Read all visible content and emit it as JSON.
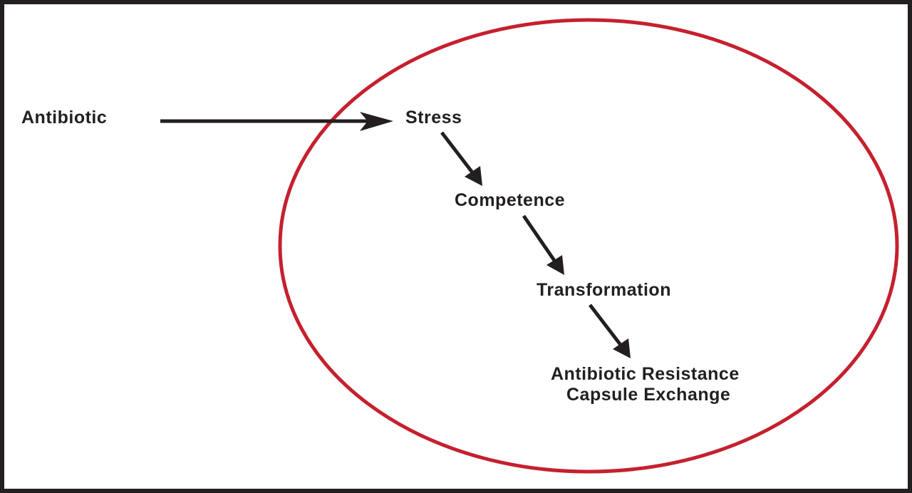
{
  "nodes": {
    "antibiotic": "Antibiotic",
    "stress": "Stress",
    "competence": "Competence",
    "transformation": "Transformation",
    "outcome_line1": "Antibiotic Resistance",
    "outcome_line2": "Capsule Exchange"
  },
  "colors": {
    "ellipse": "#c5202e",
    "text": "#231f20",
    "border": "#231f20"
  }
}
